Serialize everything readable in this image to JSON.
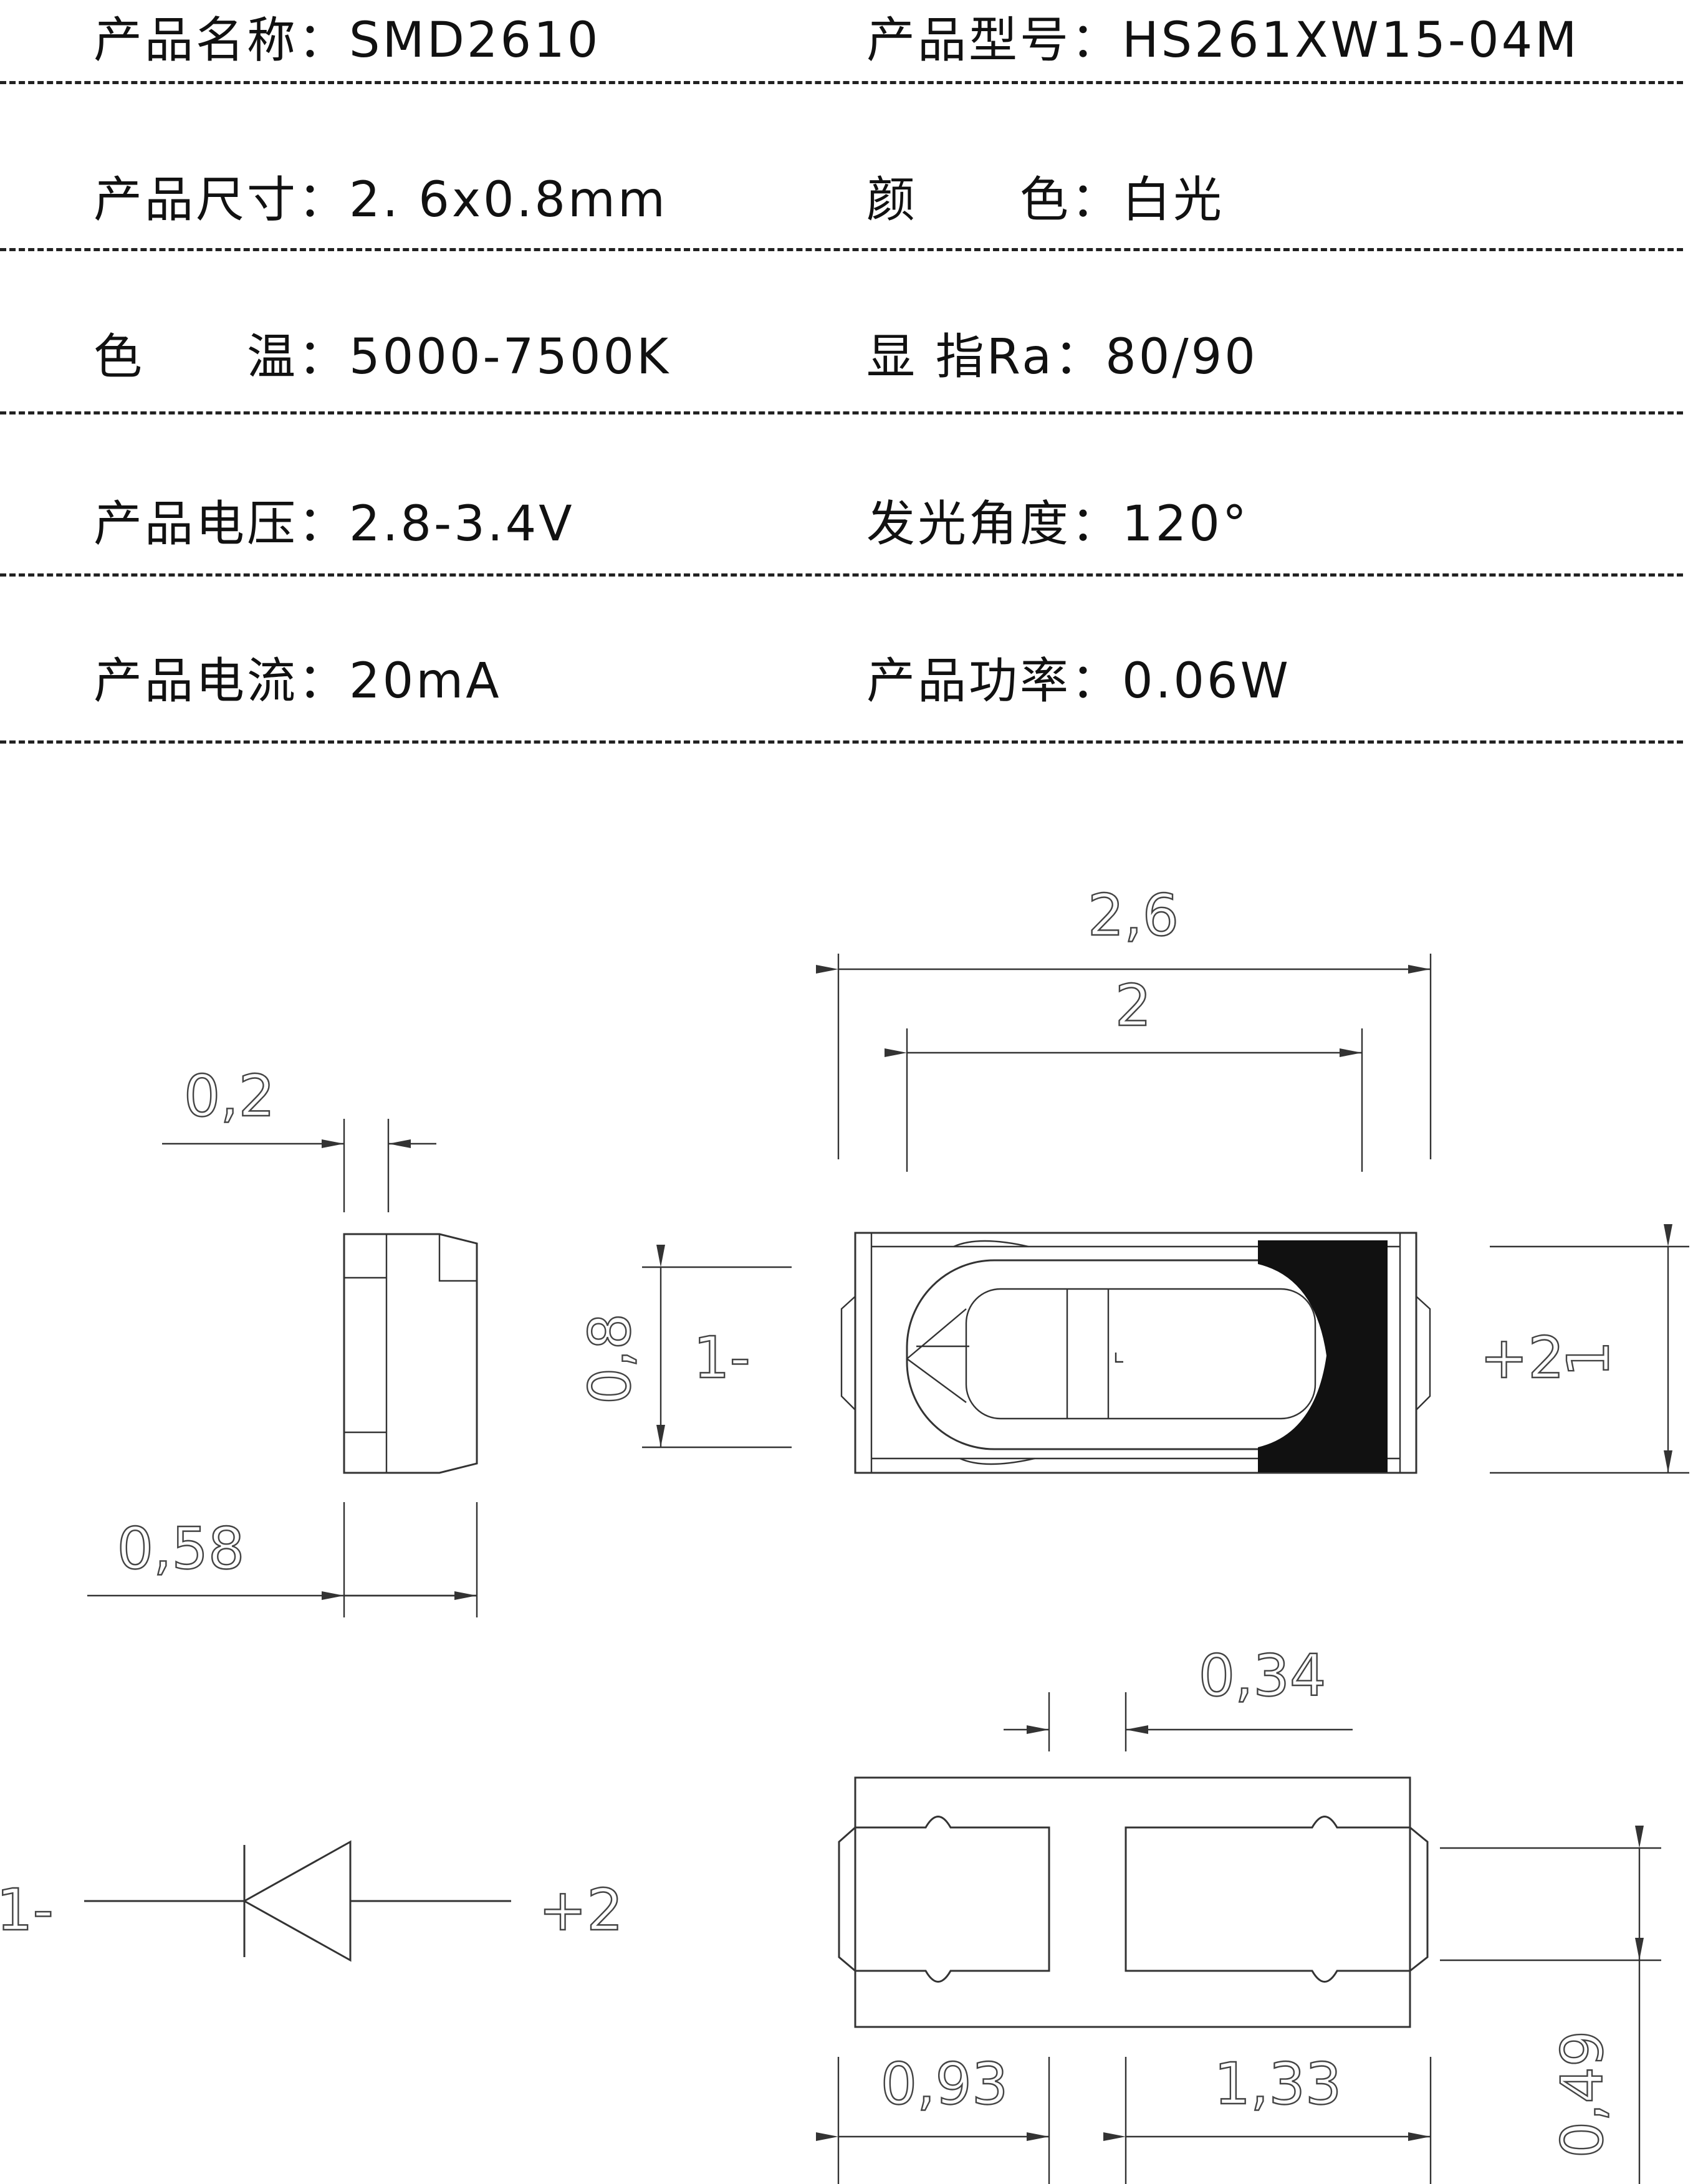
{
  "specs": [
    {
      "left_label": "产品名称：",
      "left_value": "SMD2610",
      "right_label": "产品型号：",
      "right_value": "HS261XW15-04M"
    },
    {
      "left_label": "产品尺寸：",
      "left_value": "2. 6x0.8mm",
      "right_label": "颜　　色：",
      "right_value": "白光"
    },
    {
      "left_label": "色　　温：",
      "left_value": "5000-7500K",
      "right_label": "显 指Ra：",
      "right_value": "80/90"
    },
    {
      "left_label": "产品电压：",
      "left_value": "2.8-3.4V",
      "right_label": "发光角度：",
      "right_value": "120°"
    },
    {
      "left_label": "产品电流：",
      "left_value": "20mA",
      "right_label": "产品功率：",
      "right_value": "0.06W"
    }
  ],
  "drawing": {
    "dim_total_length": "2,6",
    "dim_inner_length": "2",
    "dim_side_lip": "0,2",
    "dim_side_depth": "0,58",
    "dim_height": "0,8",
    "dim_total_height": "1",
    "dim_pad_gap": "0,34",
    "dim_pad_left": "0,93",
    "dim_pad_right": "1,33",
    "dim_pad_height": "0,49",
    "pin_minus": "1-",
    "pin_plus": "+2",
    "pin_one": "1",
    "diode_minus": "1-",
    "diode_plus": "+2"
  }
}
